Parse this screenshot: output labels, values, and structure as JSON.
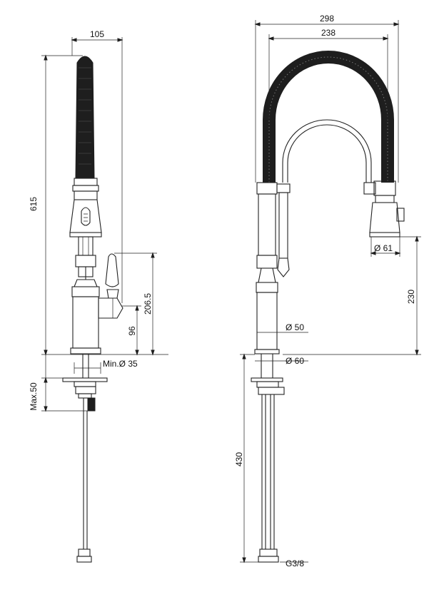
{
  "drawing": {
    "side_view": {
      "width_top": "105",
      "height_total": "615",
      "lever_height": "206.5",
      "handle_height": "96",
      "hole_min_diameter": "Min.Ø 35",
      "max_deck": "Max.50"
    },
    "front_view": {
      "width_outer": "298",
      "width_inner": "238",
      "spray_head_diameter": "Ø 61",
      "spout_height": "230",
      "body_diameter": "Ø 50",
      "base_diameter": "Ø 60",
      "hose_length": "430",
      "connection_thread": "G3/8"
    }
  }
}
